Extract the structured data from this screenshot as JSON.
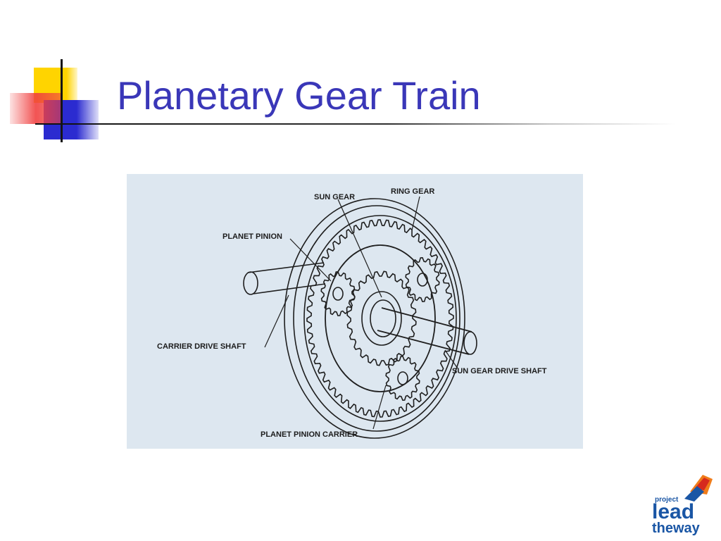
{
  "slide": {
    "title": "Planetary Gear Train"
  },
  "diagram": {
    "labels": {
      "sun_gear": "SUN GEAR",
      "ring_gear": "RING GEAR",
      "planet_pinion": "PLANET PINION",
      "carrier_drive_shaft": "CARRIER DRIVE SHAFT",
      "sun_gear_drive_shaft": "SUN GEAR DRIVE SHAFT",
      "planet_pinion_carrier": "PLANET PINION CARRIER"
    }
  },
  "logo": {
    "line1": "project",
    "line2": "lead",
    "line3": "theway"
  },
  "colors": {
    "title": "#3a37b8",
    "figure_background": "#dde7f0",
    "deco_yellow": "#ffd400",
    "deco_red": "#f04040",
    "deco_blue": "#2b2bd0",
    "logo_blue": "#1a56a5",
    "logo_orange": "#f07c1a",
    "logo_red": "#d62a1e"
  }
}
